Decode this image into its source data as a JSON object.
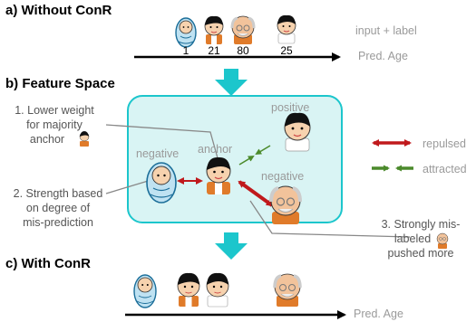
{
  "sections": {
    "a_title": "a) Without ConR",
    "b_title": "b) Feature Space",
    "c_title": "c) With ConR"
  },
  "panel_a": {
    "ages": [
      "1",
      "21",
      "80",
      "25"
    ],
    "input_label": "input + label",
    "axis_label": "Pred. Age"
  },
  "feature_space": {
    "positive": "positive",
    "negative_left": "negative",
    "anchor": "anchor",
    "negative_right": "negative"
  },
  "legend": {
    "repulsed": "repulsed",
    "attracted": "attracted",
    "repulsed_color": "#c0191c",
    "attracted_color": "#4b8a2b"
  },
  "notes": {
    "note1": [
      "1. Lower weight",
      "for majority",
      "anchor"
    ],
    "note2": [
      "2. Strength based",
      "on degree of",
      "mis-prediction"
    ],
    "note3": [
      "3. Strongly mis-",
      "labeled",
      "pushed more"
    ]
  },
  "panel_c": {
    "axis_label": "Pred. Age"
  },
  "colors": {
    "box_fill": "#d9f4f4",
    "box_border": "#1cc6cc",
    "flow_arrow": "#1cc6cc"
  }
}
